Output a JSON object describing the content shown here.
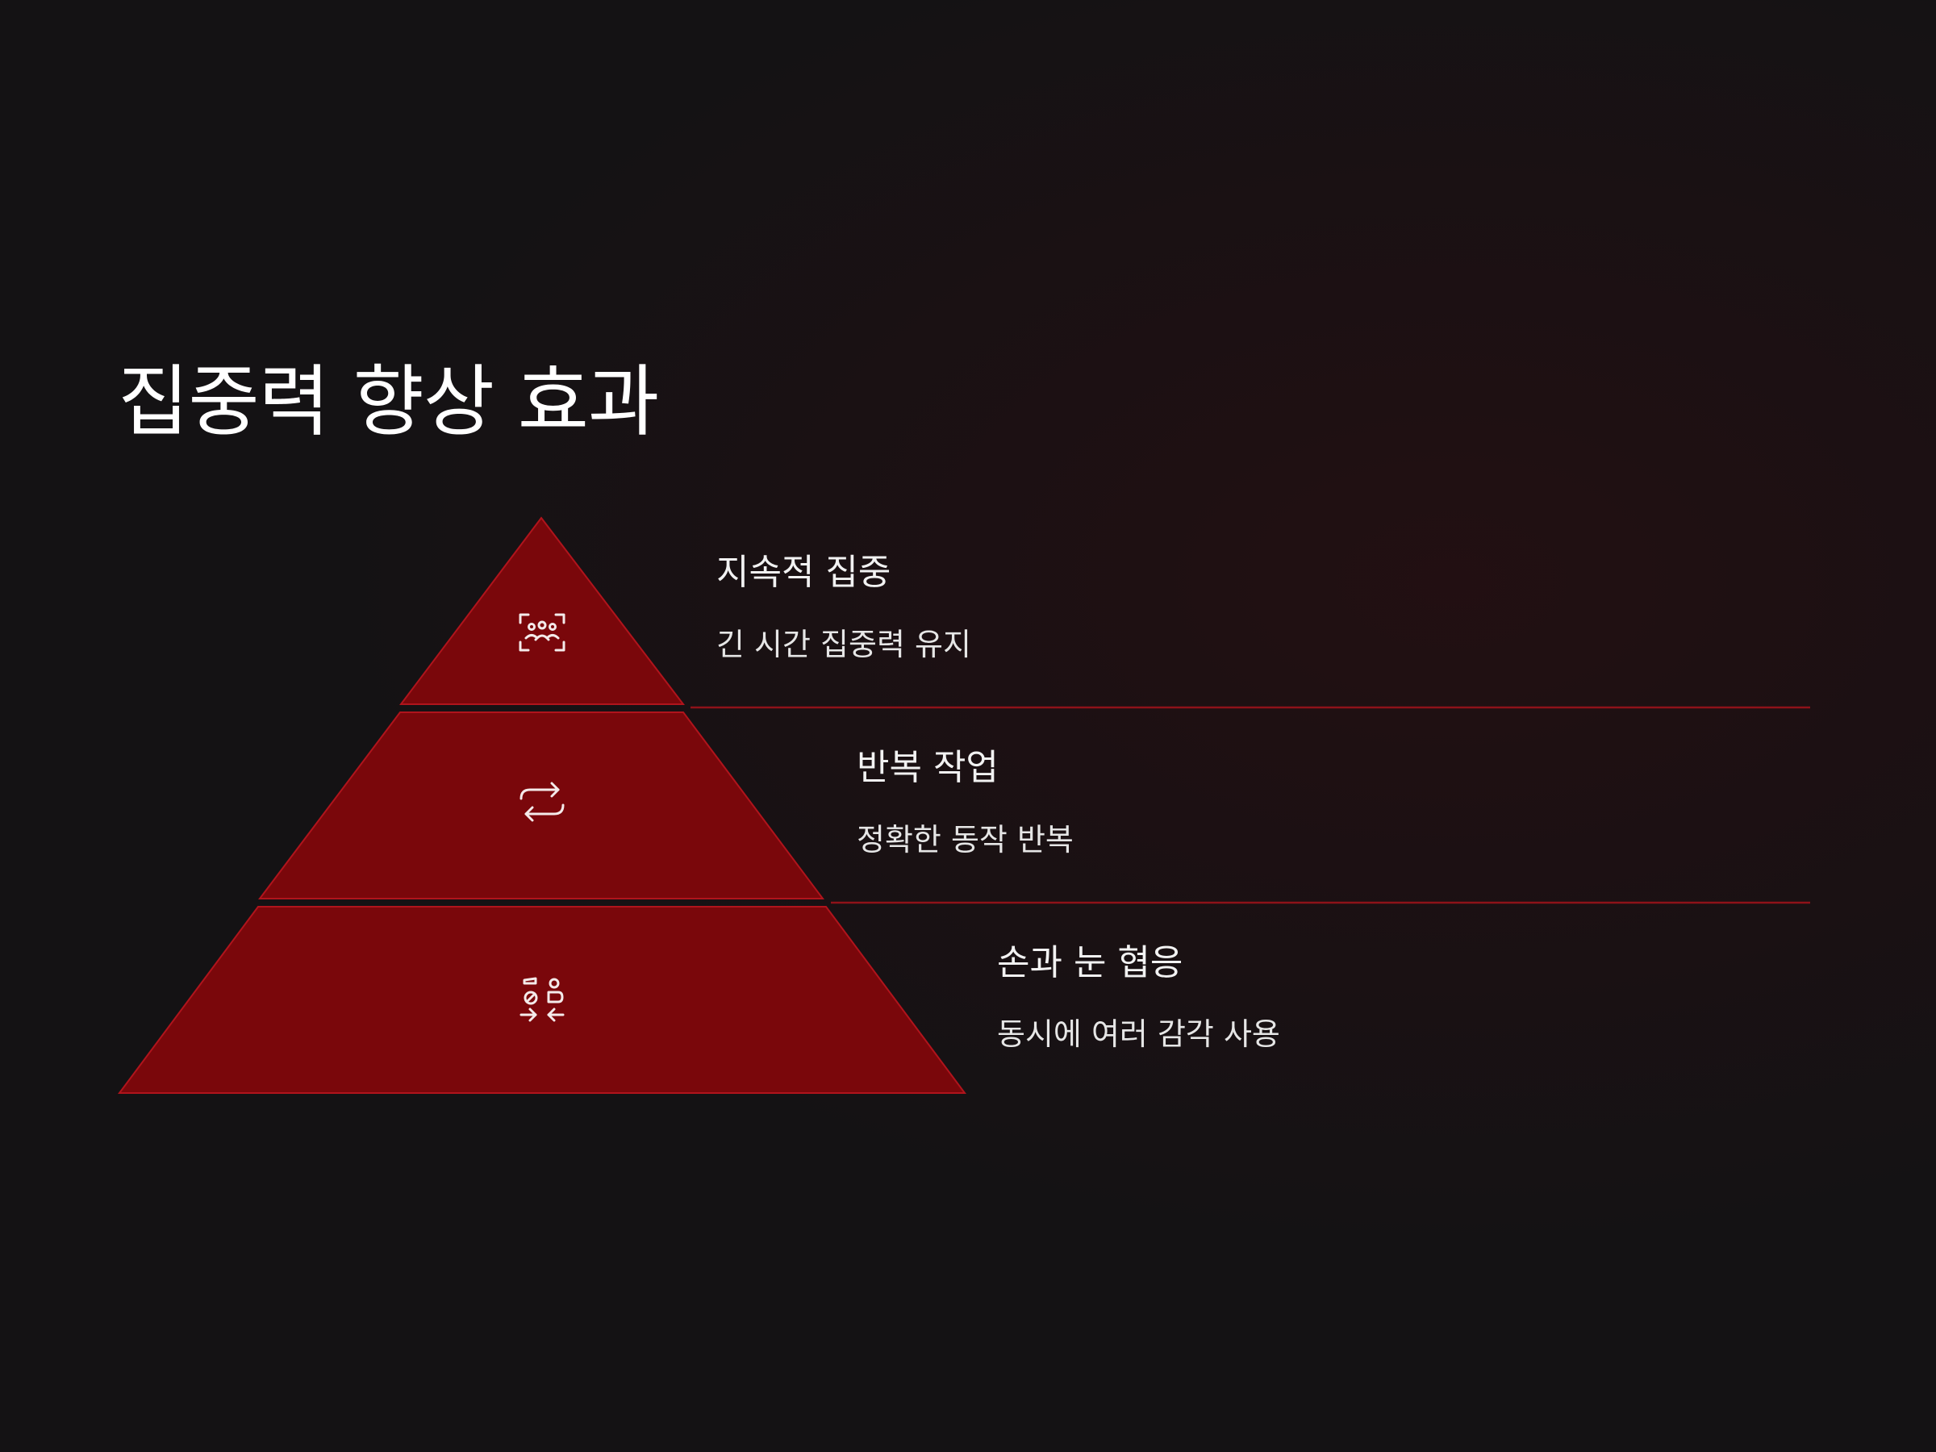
{
  "slide": {
    "title": "집중력 향상 효과",
    "colors": {
      "background": "#141214",
      "tier_fill": "#7a070b",
      "tier_stroke": "#b0141c",
      "divider": "#8e1219",
      "text": "#f2f2f2"
    }
  },
  "tiers": [
    {
      "title": "지속적 집중",
      "description": "긴 시간 집중력 유지",
      "icon": "focus-group-icon"
    },
    {
      "title": "반복 작업",
      "description": "정확한 동작 반복",
      "icon": "repeat-arrows-icon"
    },
    {
      "title": "손과 눈 협응",
      "description": "동시에 여러 감각 사용",
      "icon": "hand-eye-coordination-icon"
    }
  ]
}
